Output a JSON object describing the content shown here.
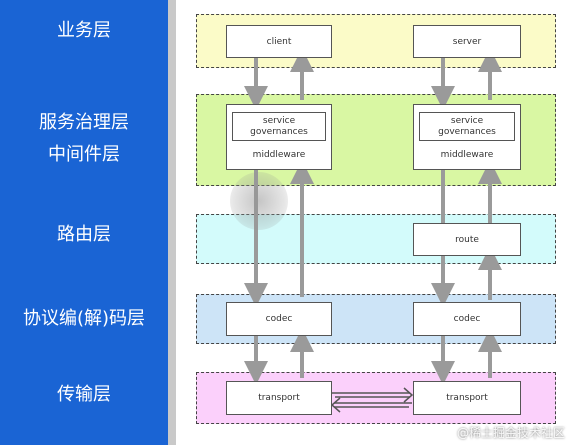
{
  "layers": {
    "business": "业务层",
    "service_gov_1": "服务治理层",
    "service_gov_2": "中间件层",
    "routing": "路由层",
    "protocol": "协议编(解)码层",
    "transport": "传输层"
  },
  "left": {
    "client": "client",
    "service_gov_line1": "service",
    "service_gov_line2": "governances",
    "middleware": "middleware",
    "codec": "codec",
    "transport": "transport"
  },
  "right": {
    "server": "server",
    "service_gov_line1": "service",
    "service_gov_line2": "governances",
    "middleware": "middleware",
    "route": "route",
    "codec": "codec",
    "transport": "transport"
  },
  "watermark": "@稀土掘金技术社区",
  "colors": {
    "sidebar": "#1a64d4",
    "business_band": "#fbfbc8",
    "service_band": "#d9f7a3",
    "routing_band": "#d3fbfb",
    "codec_band": "#cde4f7",
    "transport_band": "#fbd0fb",
    "arrow": "#9a9a9a"
  }
}
